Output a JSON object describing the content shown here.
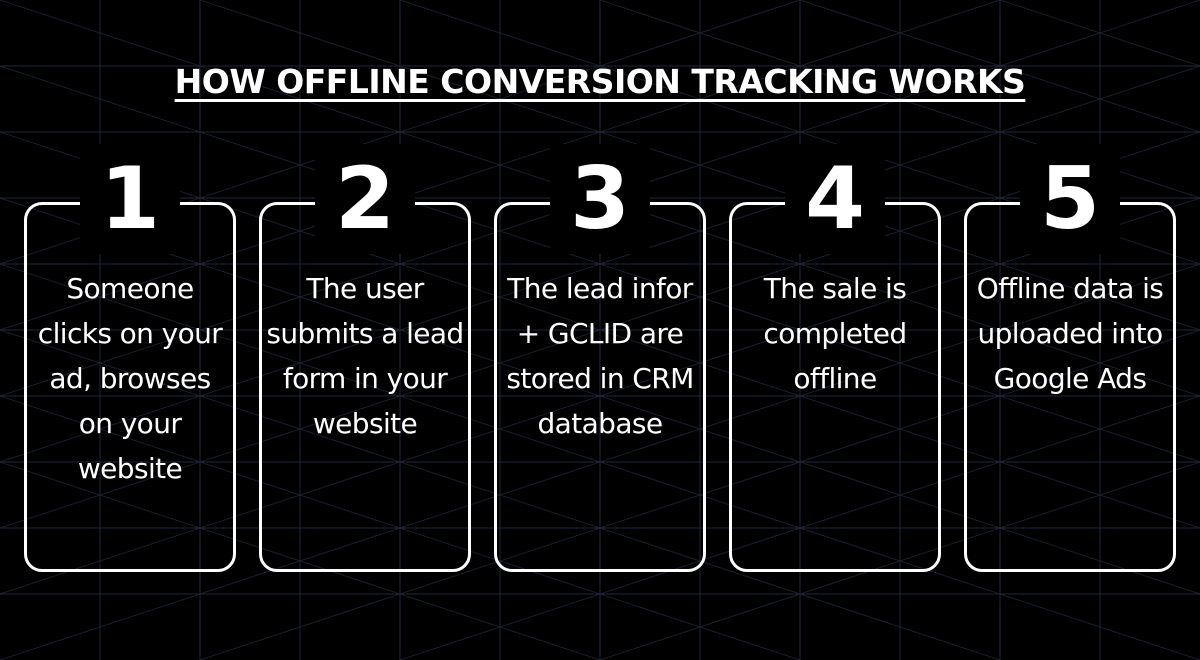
{
  "title": "HOW OFFLINE CONVERSION TRACKING WORKS",
  "colors": {
    "background": "#000000",
    "foreground": "#ffffff",
    "grid": "#2a2f45"
  },
  "steps": [
    {
      "number": "1",
      "text": "Someone clicks on your ad, browses on your website"
    },
    {
      "number": "2",
      "text": "The user submits a lead form in your website"
    },
    {
      "number": "3",
      "text": "The lead infor + GCLID are stored in CRM database"
    },
    {
      "number": "4",
      "text": "The sale is completed offline"
    },
    {
      "number": "5",
      "text": "Offline data is uploaded into Google Ads"
    }
  ]
}
